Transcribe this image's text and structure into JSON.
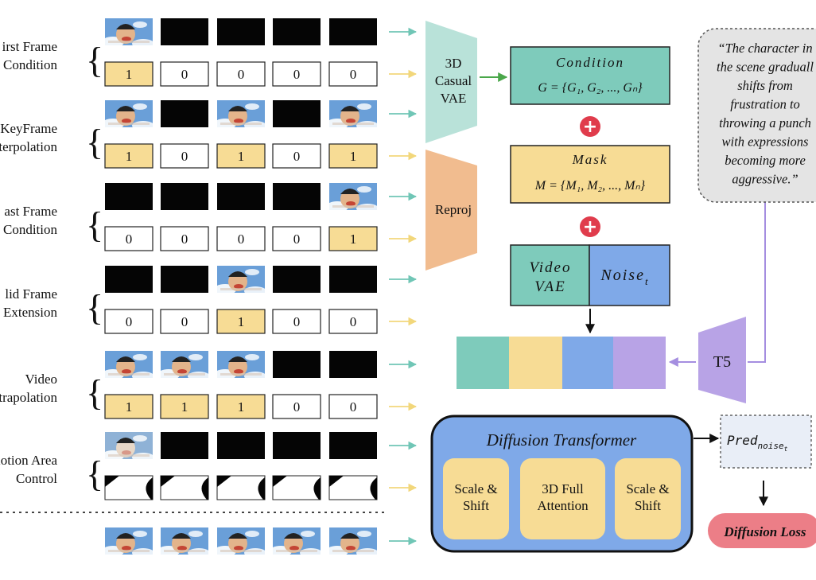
{
  "rows": [
    {
      "label_lines": [
        "irst Frame",
        "Condition"
      ],
      "frames": [
        "image",
        "black",
        "black",
        "black",
        "black"
      ],
      "mask": [
        "1",
        "0",
        "0",
        "0",
        "0"
      ]
    },
    {
      "label_lines": [
        "KeyFrame",
        "terpolation"
      ],
      "frames": [
        "image",
        "black",
        "image",
        "black",
        "image"
      ],
      "mask": [
        "1",
        "0",
        "1",
        "0",
        "1"
      ]
    },
    {
      "label_lines": [
        "ast Frame",
        "Condition"
      ],
      "frames": [
        "black",
        "black",
        "black",
        "black",
        "image"
      ],
      "mask": [
        "0",
        "0",
        "0",
        "0",
        "1"
      ]
    },
    {
      "label_lines": [
        "lid Frame",
        "Extension"
      ],
      "frames": [
        "black",
        "black",
        "image",
        "black",
        "black"
      ],
      "mask": [
        "0",
        "0",
        "1",
        "0",
        "0"
      ]
    },
    {
      "label_lines": [
        "Video",
        "trapolation"
      ],
      "frames": [
        "image",
        "image",
        "image",
        "black",
        "black"
      ],
      "mask": [
        "1",
        "1",
        "1",
        "0",
        "0"
      ]
    },
    {
      "label_lines": [
        "lotion Area",
        "Control"
      ],
      "frames": [
        "image-faded",
        "black",
        "black",
        "black",
        "black"
      ],
      "mask": [
        "shape",
        "shape",
        "shape",
        "shape",
        "shape"
      ]
    }
  ],
  "output_frames": [
    "image",
    "image",
    "image",
    "image",
    "image"
  ],
  "encoders": {
    "vae_lines": [
      "3D",
      "Casual",
      "VAE"
    ],
    "reproj": "Reproj",
    "t5": "T5"
  },
  "condition_box": {
    "title": "Condition",
    "formula": "G = {G₁, G₂, ..., Gₙ}"
  },
  "mask_box": {
    "title": "Mask",
    "formula": "M = {M₁, M₂, ..., Mₙ}"
  },
  "plus_symbol": "+",
  "latent": {
    "video_vae_lines": [
      "Video",
      "VAE"
    ],
    "noise_base": "Noise",
    "noise_sub": "t"
  },
  "prompt_lines": [
    "“The character in",
    "the scene graduall",
    "shifts from",
    "frustration to",
    "throwing a punch",
    "with expressions",
    "becoming more",
    "aggressive.”"
  ],
  "transformer": {
    "title": "Diffusion Transformer",
    "blocks": [
      [
        "Scale &",
        "Shift"
      ],
      [
        "3D Full",
        "Attention"
      ],
      [
        "Scale &",
        "Shift"
      ]
    ]
  },
  "pred": {
    "base": "Pred",
    "sub": "noise",
    "subsub": "t"
  },
  "loss": "Diffusion Loss",
  "colors": {
    "teal": "#7ecbbb",
    "light_teal": "#b9e2d9",
    "yellow": "#f7dc95",
    "blue": "#7fa9e8",
    "purple": "#b8a3e6",
    "orange": "#f1bc8f",
    "red": "#e03c4c",
    "loss_pink": "#ec7e87",
    "sky": "#6a9fd8",
    "black": "#050505",
    "arrow_teal": "#70c6b6",
    "arrow_yellow": "#f2d77b",
    "arrow_green": "#4aa74a",
    "arrow_purple": "#a58ee0"
  }
}
